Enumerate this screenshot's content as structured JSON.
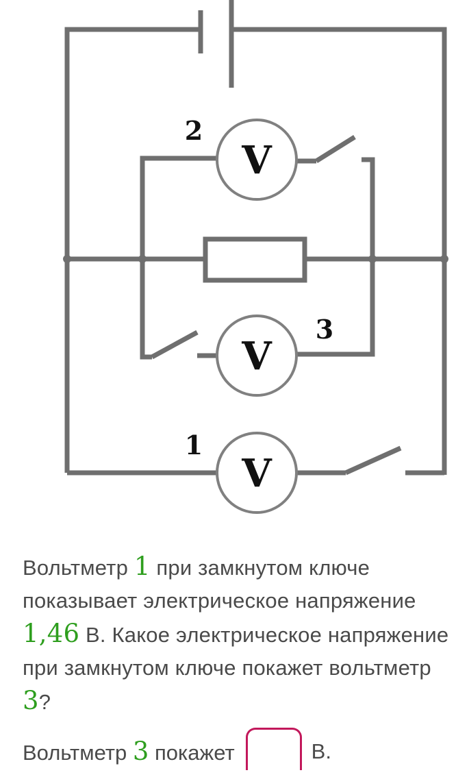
{
  "circuit": {
    "meters": [
      {
        "id": "2",
        "letter": "V"
      },
      {
        "id": "3",
        "letter": "V"
      },
      {
        "id": "1",
        "letter": "V"
      }
    ]
  },
  "question": {
    "part1": "Вольтметр ",
    "meter_num": "1",
    "part2": " при замкнутом ключе показывает электрическое напряжение ",
    "voltage": "1,46",
    "part3": " В. Какое электрическое напряжение при замкнутом ключе покажет вольтметр ",
    "target_meter": "3",
    "part4": "?"
  },
  "answer": {
    "prefix": "Вольтметр ",
    "meter_num": "3",
    "suffix": " покажет",
    "value": "",
    "unit": "В."
  }
}
